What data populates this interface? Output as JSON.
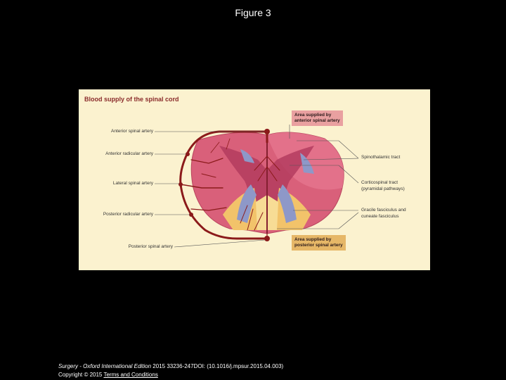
{
  "slide": {
    "title": "Figure 3"
  },
  "figure": {
    "title": "Blood supply of the spinal cord",
    "left_labels": {
      "anterior_spinal_artery": "Anterior spinal artery",
      "anterior_radicular_artery": "Anterior radicular artery",
      "lateral_spinal_artery": "Lateral spinal artery",
      "posterior_radicular_artery": "Posterior radicular artery",
      "posterior_spinal_artery": "Posterior spinal artery"
    },
    "right_labels": {
      "spinothalamic_tract": "Spinothalamic tract",
      "corticospinal_tract": "Corticospinal tract",
      "corticospinal_sub": "(pyramidal pathways)",
      "gracile_fasciculus": "Gracile fasciculus and",
      "cuneate_fasciculus": "cuneate fasciculus"
    },
    "boxes": {
      "anterior_line1": "Area supplied by",
      "anterior_line2": "anterior spinal artery",
      "posterior_line1": "Area supplied by",
      "posterior_line2": "posterior spinal artery"
    },
    "colors": {
      "background": "#fbf2cf",
      "artery": "#8b1a1a",
      "anterior_area": "#d9607a",
      "posterior_area": "#f2c36a",
      "tract": "#8e98c8"
    }
  },
  "footer": {
    "journal": "Surgery - Oxford International Edition",
    "citation": " 2015 33236-247DOI: (10.1016/j.mpsur.2015.04.003)",
    "copyright": "Copyright © 2015 ",
    "link": "Terms and Conditions"
  }
}
